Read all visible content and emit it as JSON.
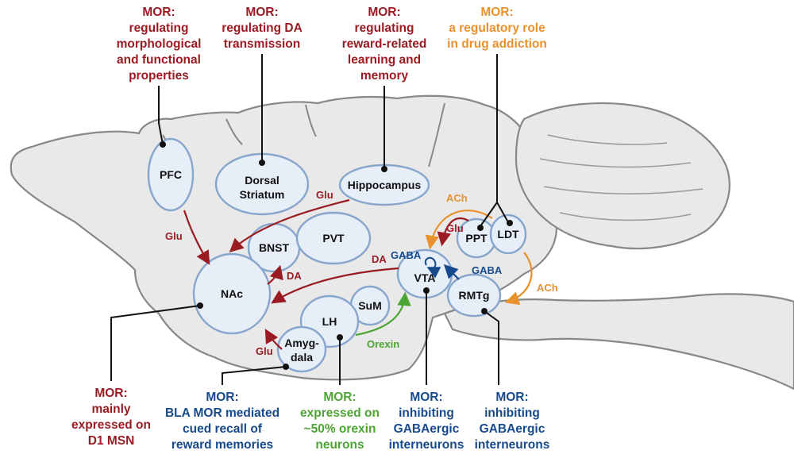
{
  "colors": {
    "red": "#9b1b23",
    "blue": "#174a8c",
    "green": "#4da534",
    "orange": "#e8912d",
    "region_fill": "#e6eef8",
    "region_stroke": "#88a6cc",
    "brain_fill": "#e9e9e9"
  },
  "regions": {
    "pfc": "PFC",
    "dorsal_striatum": [
      "Dorsal",
      "Striatum"
    ],
    "hippocampus": "Hippocampus",
    "bnst": "BNST",
    "pvt": "PVT",
    "nac": "NAc",
    "sum": "SuM",
    "lh": "LH",
    "amygdala": [
      "Amyg-",
      "dala"
    ],
    "vta": "VTA",
    "ppt": "PPT",
    "ldt": "LDT",
    "rmtg": "RMTg"
  },
  "arrows": {
    "pfc_to_nac": "Glu",
    "hippo_to_nac": "Glu",
    "nac_to_bnst": "DA",
    "vta_to_nac": "DA",
    "vta_gaba_self": "GABA",
    "rmtg_to_vta": "GABA",
    "amygdala_to_nac": "Glu",
    "lh_to_vta": "Orexin",
    "ppt_ldt_to_vta_ach": "ACh",
    "ppt_to_vta_glu": "Glu",
    "ldt_to_rmtg_ach": "ACh"
  },
  "annotations": {
    "pfc": [
      "MOR:",
      "regulating",
      "morphological",
      "and functional",
      "properties"
    ],
    "dorsal_striatum": [
      "MOR:",
      "regulating DA",
      "transmission"
    ],
    "hippocampus": [
      "MOR:",
      "regulating",
      "reward-related",
      "learning and",
      "memory"
    ],
    "ppt_ldt": [
      "MOR:",
      "a regulatory role",
      "in drug addiction"
    ],
    "nac": [
      "MOR:",
      "mainly",
      "expressed on",
      "D1 MSN"
    ],
    "amygdala": [
      "MOR:",
      "BLA MOR mediated",
      "cued recall of",
      "reward memories"
    ],
    "lh": [
      "MOR:",
      "expressed on",
      "~50% orexin",
      "neurons"
    ],
    "vta": [
      "MOR:",
      "inhibiting",
      "GABAergic",
      "interneurons"
    ],
    "rmtg": [
      "MOR:",
      "inhibiting",
      "GABAergic",
      "interneurons"
    ]
  }
}
